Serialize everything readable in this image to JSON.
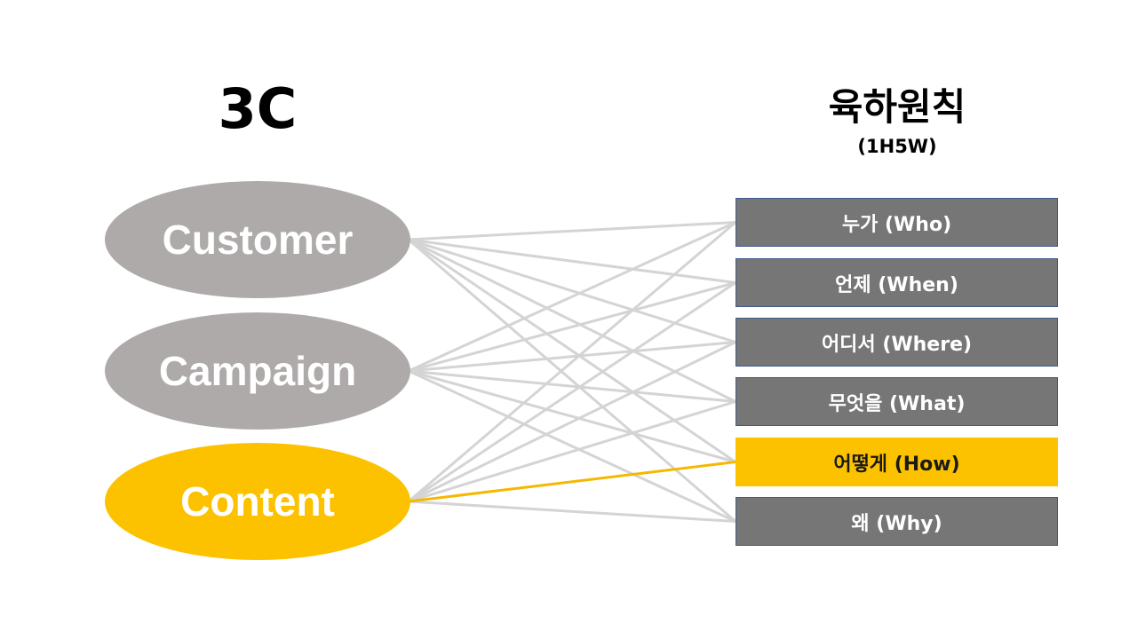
{
  "left_heading": "3C",
  "right_heading": "육하원칙",
  "right_subheading": "(1H5W)",
  "colors": {
    "gray_ellipse": "#aeaaaa",
    "highlight": "#fcc200",
    "gray_box": "#767676",
    "box_border": "#3e5a8a",
    "connector": "#d4d4d4",
    "highlight_connector": "#f5b800"
  },
  "three_c": [
    {
      "label": "Customer",
      "highlighted": false
    },
    {
      "label": "Campaign",
      "highlighted": false
    },
    {
      "label": "Content",
      "highlighted": true
    }
  ],
  "principles": [
    {
      "label": "누가 (Who)",
      "highlighted": false
    },
    {
      "label": "언제 (When)",
      "highlighted": false
    },
    {
      "label": "어디서 (Where)",
      "highlighted": false
    },
    {
      "label": "무엇을 (What)",
      "highlighted": false
    },
    {
      "label": "어떻게 (How)",
      "highlighted": true
    },
    {
      "label": "왜 (Why)",
      "highlighted": false
    }
  ],
  "highlighted_connection": {
    "from": "Content",
    "to": "어떻게 (How)"
  }
}
